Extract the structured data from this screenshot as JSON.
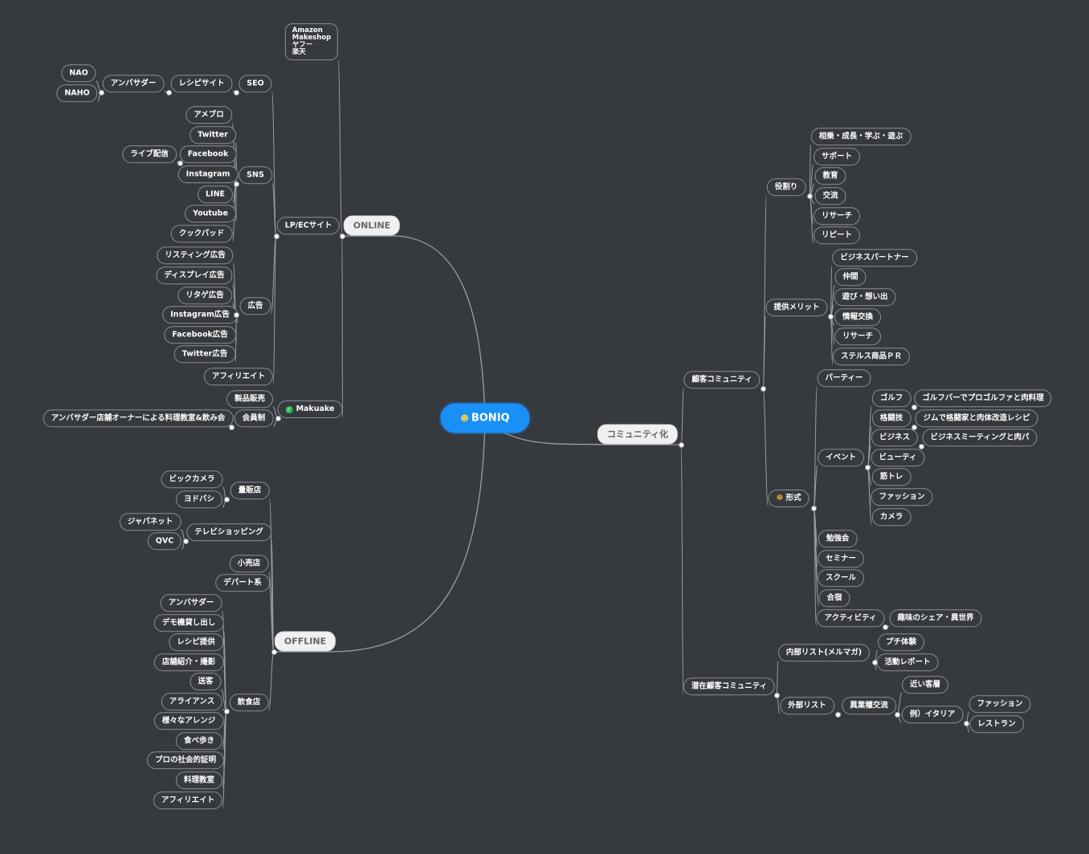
{
  "root": {
    "label": "BONIQ",
    "icon": "smile-emoji-icon"
  },
  "colors": {
    "background": "#36393e",
    "root": "#1890f5",
    "line": "#9a9da2",
    "topic_bg": "#f0f0f0"
  },
  "nodes": {
    "online": "ONLINE",
    "offline": "OFFLINE",
    "community": "コミュニティ化",
    "amazon": [
      "Amazon",
      "Makeshop",
      "ヤフー",
      "楽天"
    ],
    "lpec": "LP/ECサイト",
    "makuake": "Makuake",
    "seo": "SEO",
    "recipe_site": "レシピサイト",
    "ambassador_seo": "アンバサダー",
    "nao": "NAO",
    "naho": "NAHO",
    "sns": "SNS",
    "ameblo": "アメブロ",
    "twitter": "Twitter",
    "facebook": "Facebook",
    "live": "ライブ配信",
    "instagram": "Instagram",
    "line": "LINE",
    "youtube": "Youtube",
    "cookpad": "クックパッド",
    "ads": "広告",
    "listing_ad": "リスティング広告",
    "display_ad": "ディスプレイ広告",
    "retarget_ad": "リタゲ広告",
    "instagram_ad": "Instagram広告",
    "facebook_ad": "Facebook広告",
    "twitter_ad": "Twitter広告",
    "affiliate_online": "アフィリエイト",
    "product_sales": "製品販売",
    "membership": "会員制",
    "ambassador_class": "アンバサダー店舗オーナーによる料理教室&飲み会",
    "mass_retailer": "量販店",
    "bic_camera": "ビックカメラ",
    "yodobashi": "ヨドバシ",
    "tv_shopping": "テレビショッピング",
    "japanet": "ジャパネット",
    "qvc": "QVC",
    "small_shop": "小売店",
    "department": "デパート系",
    "restaurant": "飲食店",
    "ambassador_off": "アンバサダー",
    "demo_lend": "デモ機貸し出し",
    "recipe_provide": "レシピ提供",
    "shop_intro": "店舗紹介・撮影",
    "send_customer": "送客",
    "alliance": "アライアンス",
    "arrange": "様々なアレンジ",
    "food_tour": "食べ歩き",
    "pro_proof": "プロの社会的証明",
    "cooking_class": "料理教室",
    "affiliate_off": "アフィリエイト",
    "customer_comm": "顧客コミュニティ",
    "roles": "役割り",
    "synergy": "相乗・成長・学ぶ・遊ぶ",
    "support": "サポート",
    "education": "教育",
    "exchange": "交流",
    "research_role": "リサーチ",
    "repeat": "リピート",
    "benefits": "提供メリット",
    "biz_partner": "ビジネスパートナー",
    "friends": "仲間",
    "play_memory": "遊び・想い出",
    "info_exchange": "情報交換",
    "research_benefit": "リサーチ",
    "stealth_pr": "ステルス商品ＰＲ",
    "format": "形式",
    "party": "パーティー",
    "event": "イベント",
    "golf": "ゴルフ",
    "golf_bar": "ゴルフバーでプロゴルファと肉料理",
    "martial": "格闘技",
    "gym": "ジムで格闘家と肉体改造レシピ",
    "business": "ビジネス",
    "biz_meeting": "ビジネスミーティングと肉パ",
    "beauty": "ビューティ",
    "training": "筋トレ",
    "fashion_event": "ファッション",
    "camera": "カメラ",
    "study": "勉強会",
    "seminar": "セミナー",
    "school": "スクール",
    "camp": "合宿",
    "activity": "アクティビティ",
    "hobby": "趣味のシェア・異世界",
    "potential_comm": "潜在顧客コミュニティ",
    "internal_list": "内部リスト(メルマガ)",
    "petit_exp": "プチ体験",
    "activity_report": "活動レポート",
    "external_list": "外部リスト",
    "cross_industry": "異業種交流",
    "nearby": "近い客層",
    "italy": "例）イタリア",
    "fashion_ext": "ファッション",
    "restaurant_ext": "レストラン"
  }
}
